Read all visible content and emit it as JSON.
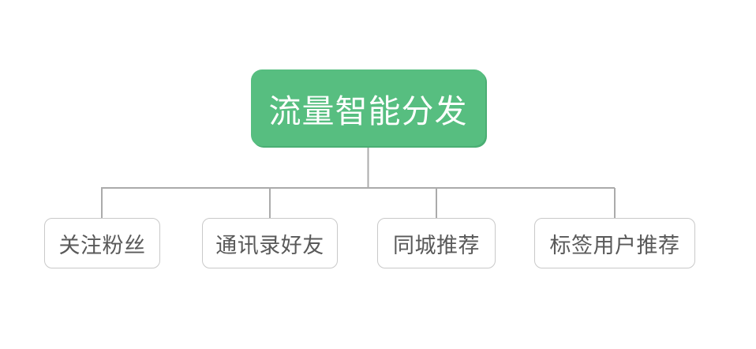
{
  "diagram": {
    "title": "流量智能分发",
    "root": {
      "label": "流量智能分发"
    },
    "children": [
      {
        "label": "关注粉丝"
      },
      {
        "label": "通讯录好友"
      },
      {
        "label": "同城推荐"
      },
      {
        "label": "标签用户推荐"
      }
    ],
    "colors": {
      "root_bg": "#57BE80",
      "root_shadow": "#4AAE73",
      "root_text": "#FFFFFF",
      "child_bg": "#FFFFFF",
      "child_border": "#C9C9C9",
      "child_text": "#595959",
      "connector": "#ABABAB",
      "canvas_bg": "#FFFFFF"
    }
  }
}
